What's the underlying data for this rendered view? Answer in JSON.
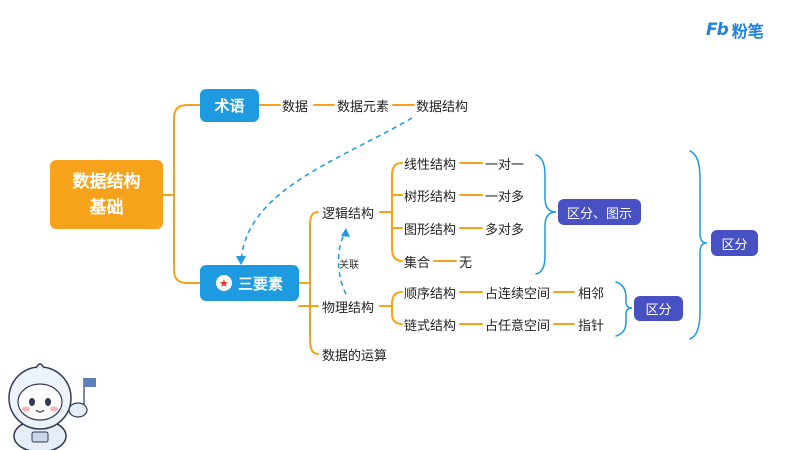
{
  "logo": {
    "mark": "Fb",
    "name": "粉笔"
  },
  "root": {
    "line1": "数据结构",
    "line2": "基础"
  },
  "terms": {
    "title": "术语",
    "chain": [
      "数据",
      "数据元素",
      "数据结构"
    ]
  },
  "elements": {
    "title": "三要素",
    "icon": "star-badge-icon",
    "logical": {
      "label": "逻辑结构",
      "items": [
        {
          "name": "线性结构",
          "relation": "一对一"
        },
        {
          "name": "树形结构",
          "relation": "一对多"
        },
        {
          "name": "图形结构",
          "relation": "多对多"
        },
        {
          "name": "集合",
          "relation": "无"
        }
      ],
      "summary": "区分、图示"
    },
    "relation_label": "关联",
    "physical": {
      "label": "物理结构",
      "items": [
        {
          "name": "顺序结构",
          "space": "占连续空间",
          "access": "相邻"
        },
        {
          "name": "链式结构",
          "space": "占任意空间",
          "access": "指针"
        }
      ],
      "summary": "区分"
    },
    "operations": "数据的运算",
    "overall_summary": "区分"
  },
  "colors": {
    "orange": "#f7a21b",
    "blue": "#1e9ae0",
    "navy": "#4751c4",
    "dashed": "#1e9ae0"
  }
}
